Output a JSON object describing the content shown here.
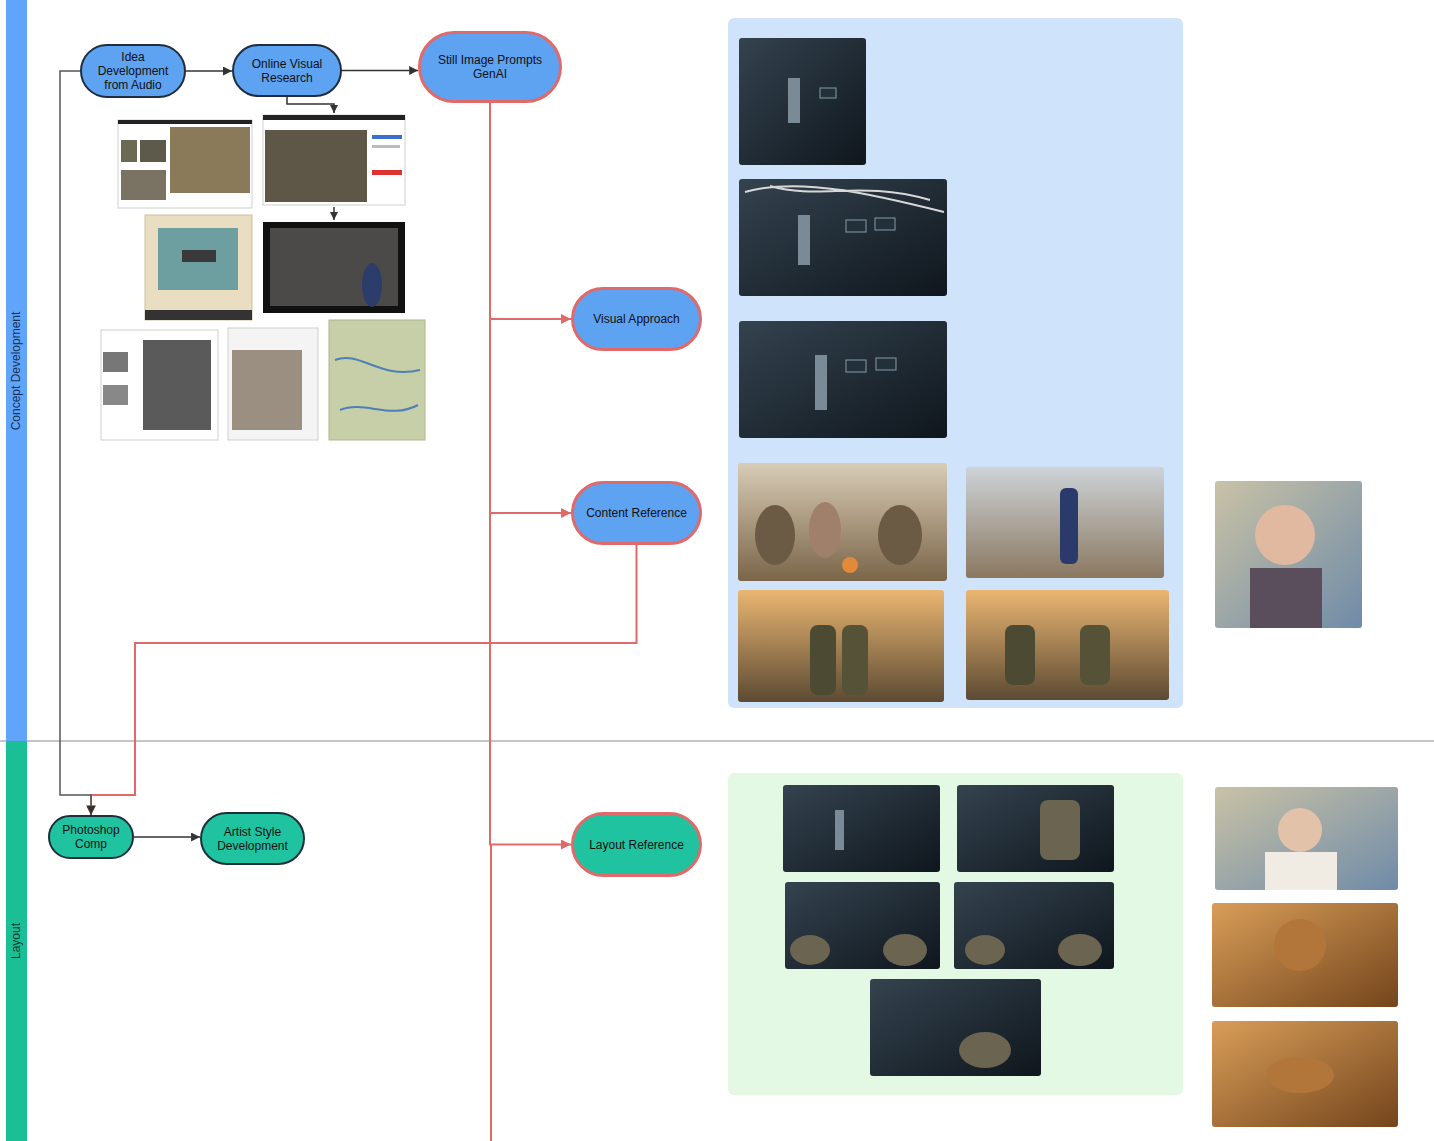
{
  "diagram": {
    "nodes": [
      {
        "text": [
          "Concept Development"
        ]
      },
      {
        "text": [
          "Idea Development from Audio"
        ],
        "in": 0
      },
      {
        "text": [
          "Online Visual Research"
        ],
        "in": 0
      },
      {
        "text": [
          "Still Image Prompts GenAI"
        ],
        "in": 0
      },
      {
        "text": [
          "Visual Approach"
        ],
        "in": 0
      },
      {
        "text": [
          "Content Reference"
        ],
        "in": 0
      },
      {
        "text": [
          "Layout"
        ]
      },
      {
        "text": [
          "Photoshop Comp"
        ],
        "in": 6
      },
      {
        "text": [
          "Artist Style Development"
        ],
        "in": 6
      },
      {
        "text": [
          "Layout Reference"
        ],
        "in": 6
      }
    ],
    "edges": [
      {
        "from": 1,
        "to": 2,
        "arrow": "to"
      },
      {
        "from": 2,
        "to": 3,
        "arrow": "to"
      },
      {
        "from": 3,
        "to": 4,
        "arrow": "to"
      },
      {
        "from": 3,
        "to": 5,
        "arrow": "to"
      },
      {
        "from": 3,
        "to": 9,
        "arrow": "to"
      },
      {
        "from": 5,
        "to": 7,
        "arrow": "to"
      },
      {
        "from": 1,
        "to": 7,
        "arrow": "to"
      },
      {
        "from": 7,
        "to": 8,
        "arrow": "to"
      }
    ]
  }
}
